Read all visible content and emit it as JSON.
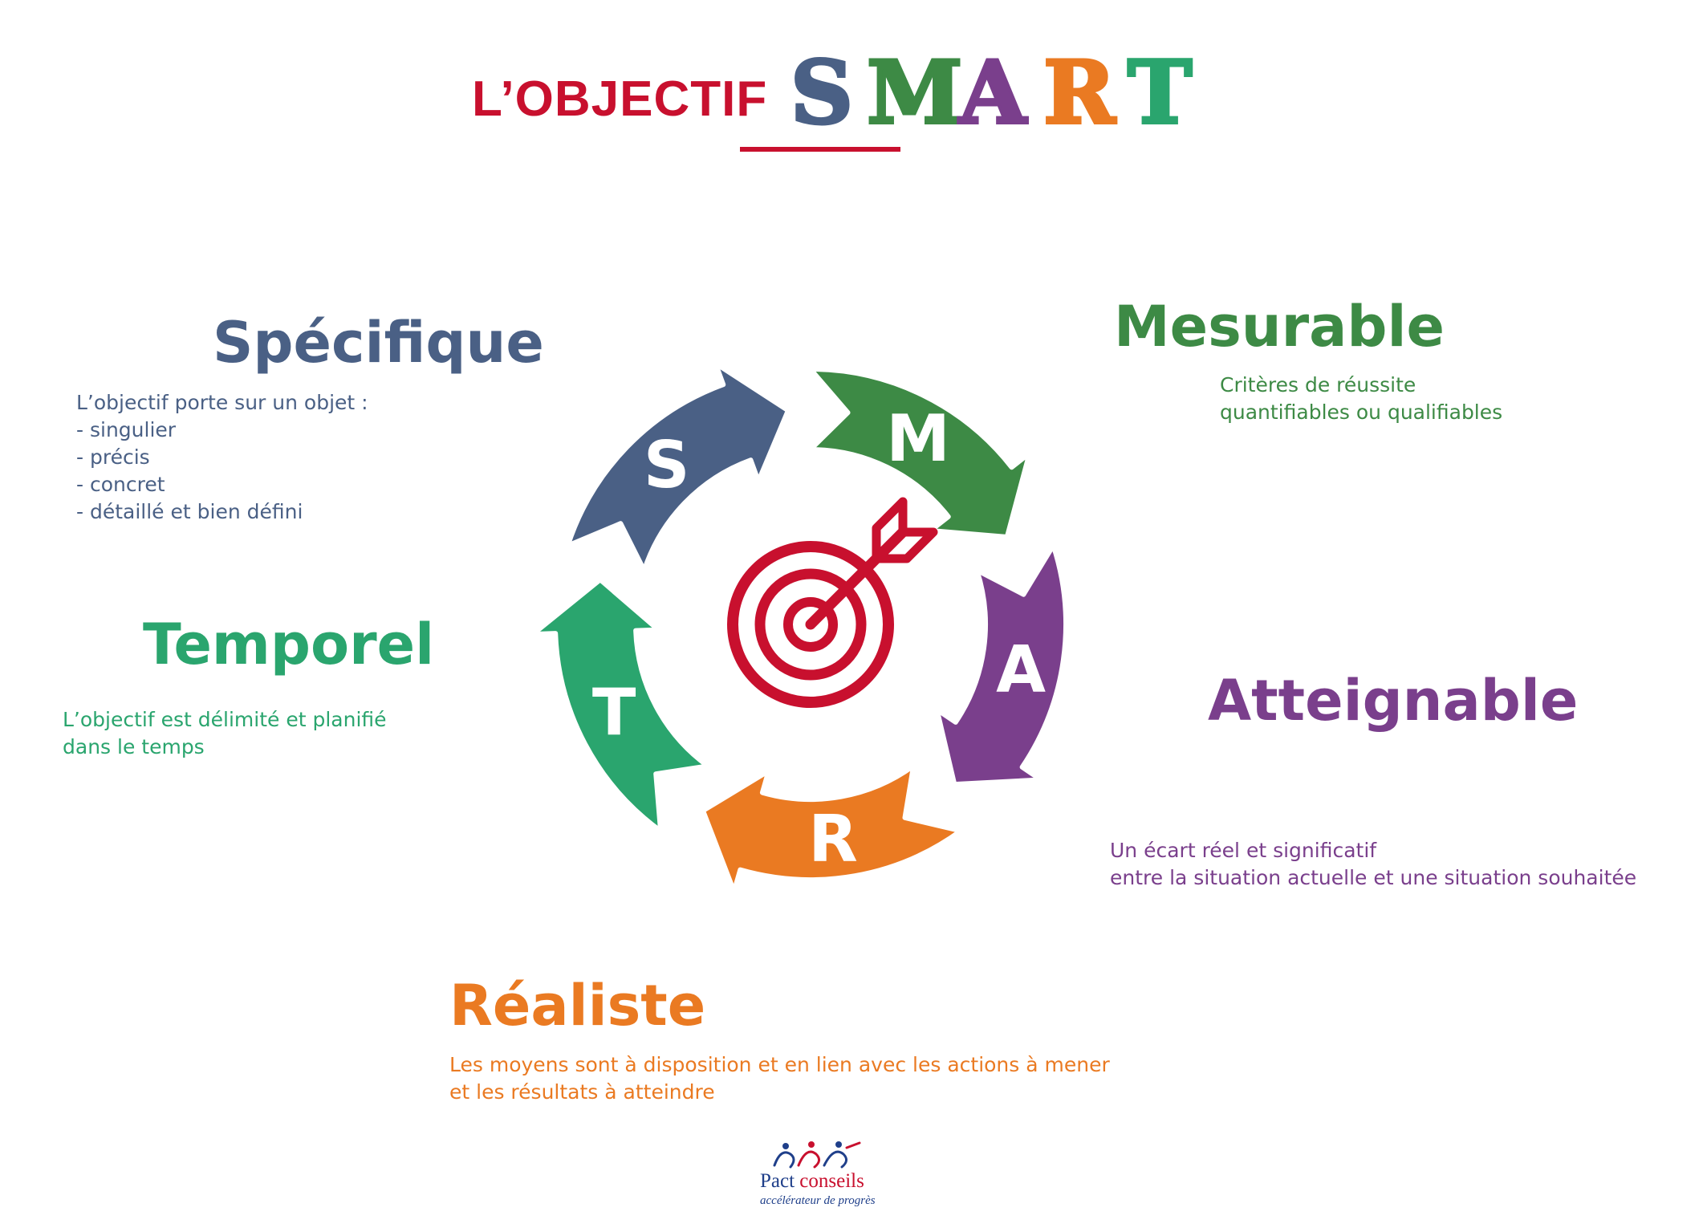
{
  "title": {
    "prefix": "L’OBJECTIF",
    "smart_letters": [
      {
        "letter": "S",
        "color": "#4a6085"
      },
      {
        "letter": "M",
        "color": "#3d8a45"
      },
      {
        "letter": "A",
        "color": "#7a3f8c"
      },
      {
        "letter": "R",
        "color": "#ea7a22"
      },
      {
        "letter": "T",
        "color": "#2aa56e"
      }
    ],
    "accent_color": "#c8102e"
  },
  "cycle": {
    "center_icon": "target-arrow-icon",
    "segments": [
      {
        "letter": "S",
        "color": "#4a6085"
      },
      {
        "letter": "M",
        "color": "#3d8a45"
      },
      {
        "letter": "A",
        "color": "#7a3f8c"
      },
      {
        "letter": "R",
        "color": "#ea7a22"
      },
      {
        "letter": "T",
        "color": "#2aa56e"
      }
    ]
  },
  "criteria": {
    "specifique": {
      "heading": "Spécifique",
      "color": "#4a6085",
      "lines": [
        "L’objectif porte sur un objet :",
        "- singulier",
        "- précis",
        "- concret",
        "- détaillé et bien défini"
      ]
    },
    "mesurable": {
      "heading": "Mesurable",
      "color": "#3d8a45",
      "lines": [
        "Critères de réussite",
        "quantifiables ou qualifiables"
      ]
    },
    "atteignable": {
      "heading": "Atteignable",
      "color": "#7a3f8c",
      "lines": [
        "Un écart réel et significatif",
        "entre la situation actuelle et une situation souhaitée"
      ]
    },
    "realiste": {
      "heading": "Réaliste",
      "color": "#ea7a22",
      "lines": [
        "Les moyens sont à disposition et en lien avec les actions à mener",
        "et les résultats à atteindre"
      ]
    },
    "temporel": {
      "heading": "Temporel",
      "color": "#2aa56e",
      "lines": [
        "L’objectif est délimité et planifié",
        "dans le temps"
      ]
    }
  },
  "logo": {
    "name_part1": "Pact",
    "name_part2": "conseils",
    "tagline": "accélérateur de progrès",
    "color_blue": "#1f3f8a",
    "color_red": "#c8102e"
  }
}
